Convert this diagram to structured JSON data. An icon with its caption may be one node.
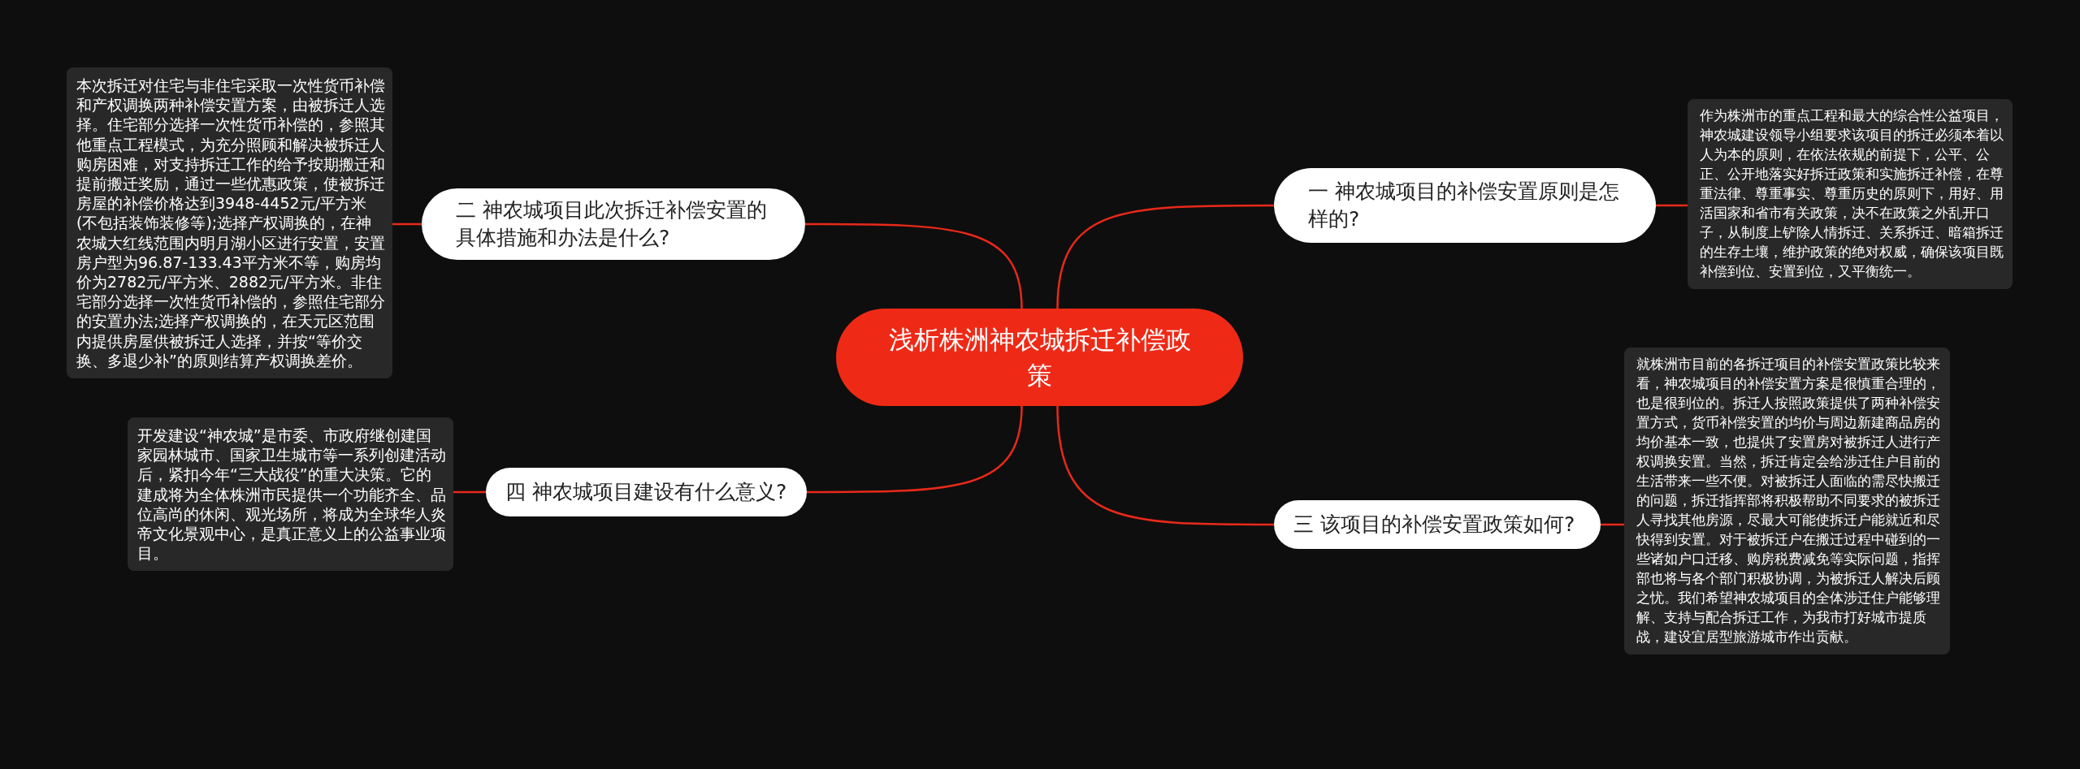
{
  "diagram": {
    "nodes": [
      {
        "text": [
          "浅析株洲神农城拆迁补偿政策"
        ]
      },
      {
        "text": [
          "一 神农城项目的补偿安置原则是怎样的?"
        ]
      },
      {
        "text": [
          "作为株洲市的重点工程和最大的综合性公益项目，神农城建设领导小组要求该项目的拆迁必须本着以人为本的原则，在依法依规的前提下，公平、公正、公开地落实好拆迁政策和实施拆迁补偿，在尊重法律、尊重事实、尊重历史的原则下，用好、用活国家和省市有关政策，决不在政策之外乱开口子，从制度上铲除人情拆迁、关系拆迁、暗箱拆迁的生存土壤，维护政策的绝对权威，确保该项目既补偿到位、安置到位，又平衡统一。"
        ]
      },
      {
        "text": [
          "二 神农城项目此次拆迁补偿安置的具体措施和办法是什么?"
        ]
      },
      {
        "text": [
          "本次拆迁对住宅与非住宅采取一次性货币补偿和产权调换两种补偿安置方案，由被拆迁人选择。住宅部分选择一次性货币补偿的，参照其他重点工程模式，为充分照顾和解决被拆迁人购房困难，对支持拆迁工作的给予按期搬迁和提前搬迁奖励，通过一些优惠政策，使被拆迁房屋的补偿价格达到3948-4452元/平方米 (不包括装饰装修等);选择产权调换的，在神农城大红线范围内明月湖小区进行安置，安置房户型为96.87-133.43平方米不等，购房均价为2782元/平方米、2882元/平方米。非住宅部分选择一次性货币补偿的，参照住宅部分的安置办法;选择产权调换的，在天元区范围内提供房屋供被拆迁人选择，并按“等价交换、多退少补”的原则结算产权调换差价。"
        ]
      },
      {
        "text": [
          "三 该项目的补偿安置政策如何?"
        ]
      },
      {
        "text": [
          "就株洲市目前的各拆迁项目的补偿安置政策比较来看，神农城项目的补偿安置方案是很慎重合理的，也是很到位的。拆迁人按照政策提供了两种补偿安置方式，货币补偿安置的均价与周边新建商品房的均价基本一致，也提供了安置房对被拆迁人进行产权调换安置。当然，拆迁肯定会给涉迁住户目前的生活带来一些不便。对被拆迁人面临的需尽快搬迁的问题，拆迁指挥部将积极帮助不同要求的被拆迁人寻找其他房源，尽最大可能使拆迁户能就近和尽快得到安置。对于被拆迁户在搬迁过程中碰到的一些诸如户口迁移、购房税费减免等实际问题，指挥部也将与各个部门积极协调，为被拆迁人解决后顾之忧。我们希望神农城项目的全体涉迁住户能够理解、支持与配合拆迁工作，为我市打好城市提质战，建设宜居型旅游城市作出贡献。"
        ]
      },
      {
        "text": [
          "四 神农城项目建设有什么意义?"
        ]
      },
      {
        "text": [
          "开发建设“神农城”是市委、市政府继创建国家园林城市、国家卫生城市等一系列创建活动后，紧扣今年“三大战役”的重大决策。它的建成将为全体株洲市民提供一个功能齐全、品位高尚的休闲、观光场所，将成为全球华人炎帝文化景观中心，是真正意义上的公益事业项目。"
        ]
      }
    ],
    "edges": [
      {
        "from": 0,
        "to": 1,
        "arrow": "none"
      },
      {
        "from": 1,
        "to": 2,
        "arrow": "none"
      },
      {
        "from": 0,
        "to": 3,
        "arrow": "none"
      },
      {
        "from": 3,
        "to": 4,
        "arrow": "none"
      },
      {
        "from": 0,
        "to": 5,
        "arrow": "none"
      },
      {
        "from": 5,
        "to": 6,
        "arrow": "none"
      },
      {
        "from": 0,
        "to": 7,
        "arrow": "none"
      },
      {
        "from": 7,
        "to": 8,
        "arrow": "none"
      }
    ]
  }
}
